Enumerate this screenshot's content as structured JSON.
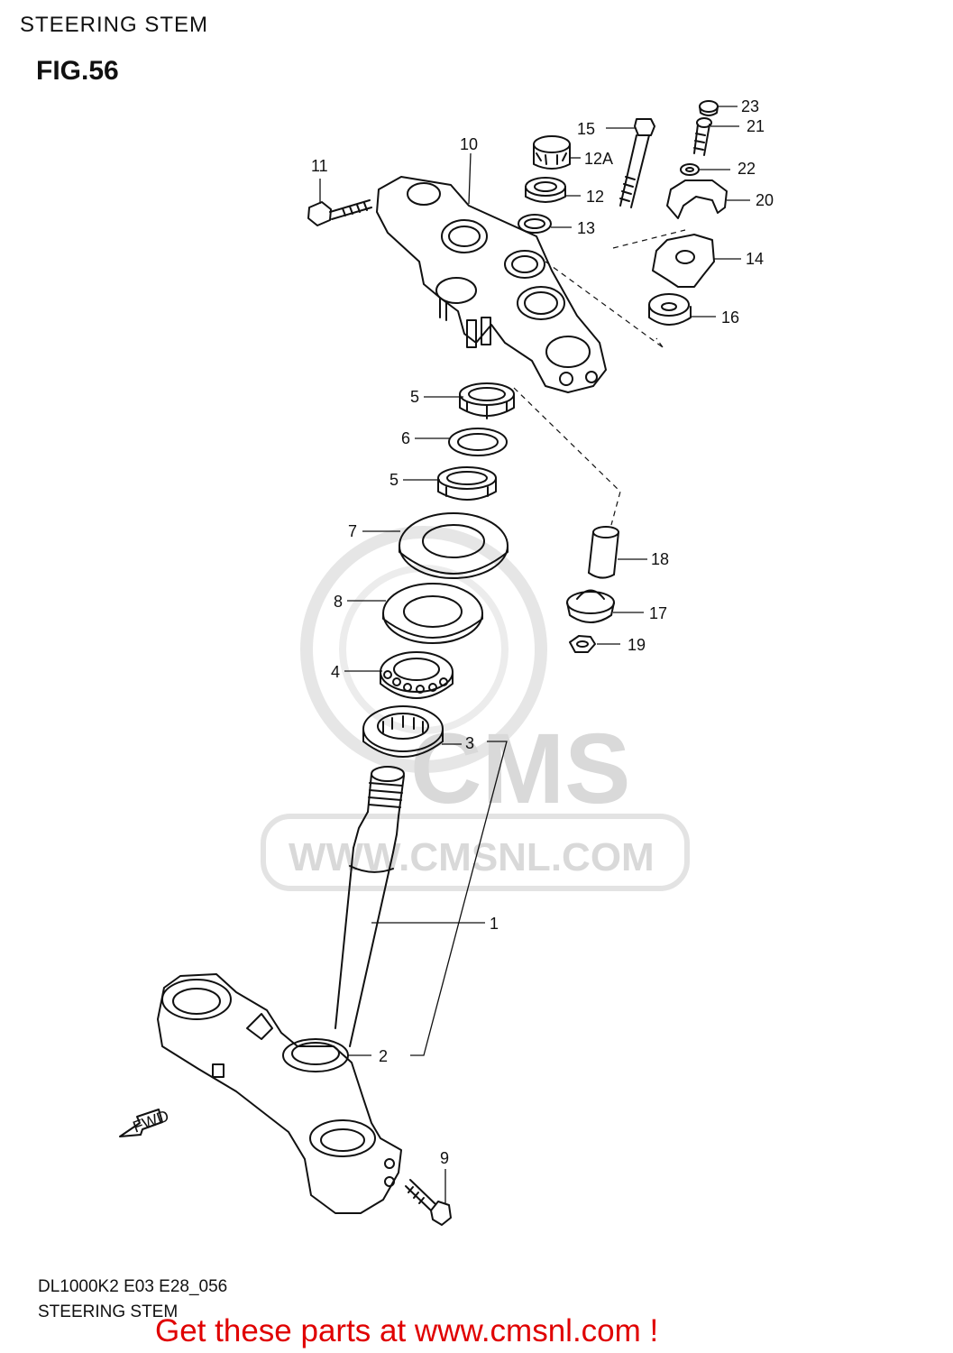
{
  "header": {
    "title": "STEERING STEM",
    "figure": "FIG.56"
  },
  "footer": {
    "code": "DL1000K2 E03 E28_056",
    "title": "STEERING STEM",
    "cta": "Get these parts at www.cmsnl.com !"
  },
  "watermark": {
    "brand": "CMS",
    "url": "WWW.CMSNL.COM"
  },
  "direction_marker": {
    "label": "FWD",
    "icon": "fwd-arrow-icon"
  },
  "callouts": {
    "c23": "23",
    "c15": "15",
    "c21": "21",
    "c10": "10",
    "c12a": "12A",
    "c22": "22",
    "c11": "11",
    "c12": "12",
    "c20": "20",
    "c13": "13",
    "c14": "14",
    "c16": "16",
    "c5a": "5",
    "c6": "6",
    "c5b": "5",
    "c7": "7",
    "c18": "18",
    "c8": "8",
    "c17": "17",
    "c19": "19",
    "c4": "4",
    "c3": "3",
    "c1": "1",
    "c2": "2",
    "c9": "9"
  },
  "colors": {
    "ink": "#111111",
    "cta": "#e00000",
    "watermark": "#d9d9d9"
  }
}
